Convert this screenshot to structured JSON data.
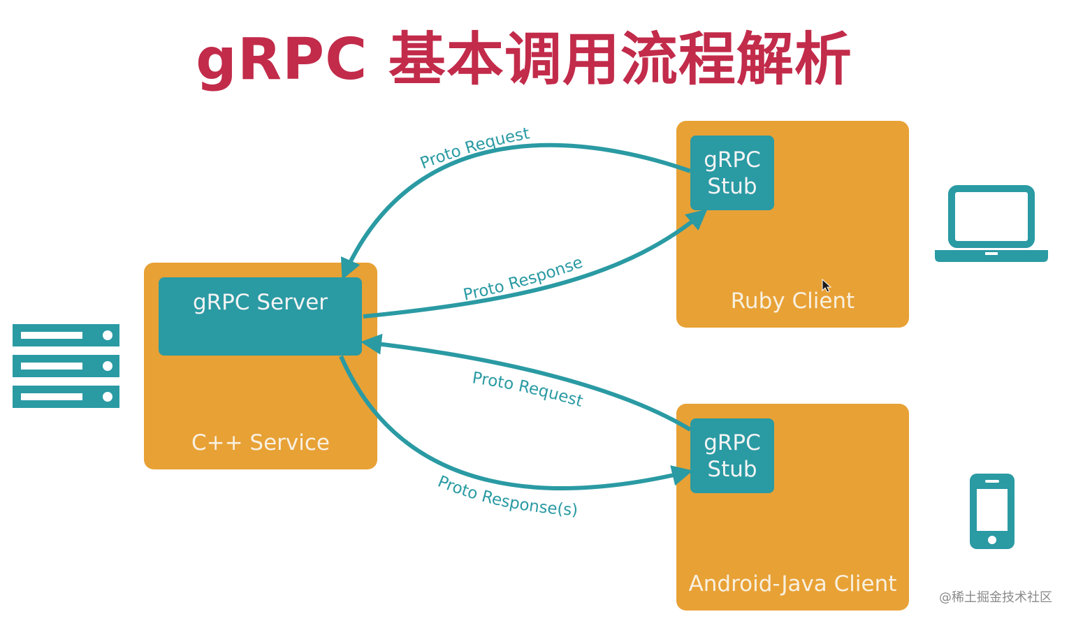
{
  "title": "gRPC 基本调用流程解析",
  "server_panel": {
    "label": "C++ Service",
    "server_label": "gRPC Server"
  },
  "ruby_panel": {
    "label": "Ruby Client",
    "stub_label_line1": "gRPC",
    "stub_label_line2": "Stub"
  },
  "android_panel": {
    "label": "Android-Java Client",
    "stub_label_line1": "gRPC",
    "stub_label_line2": "Stub"
  },
  "arrows": {
    "ruby_request": "Proto Request",
    "ruby_response": "Proto Response",
    "android_request": "Proto Request",
    "android_response": "Proto Response(s)"
  },
  "icons": [
    "server-rack-icon",
    "laptop-icon",
    "phone-icon",
    "cursor-icon"
  ],
  "colors": {
    "title": "#c22b4a",
    "panel": "#e8a135",
    "teal": "#2a9aa3"
  },
  "watermark": "@稀土掘金技术社区"
}
